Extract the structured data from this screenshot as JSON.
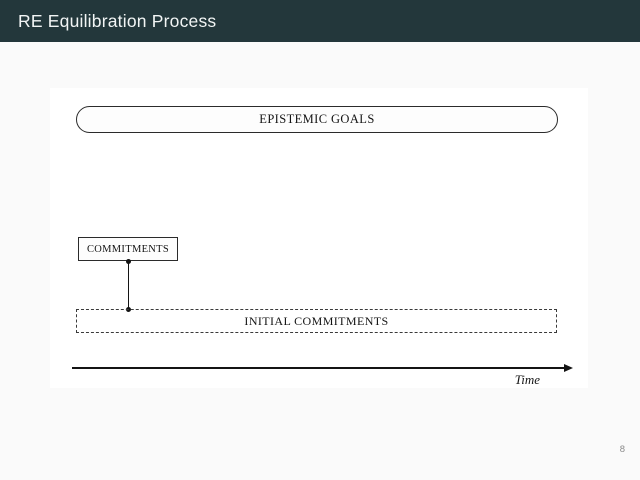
{
  "slide": {
    "title": "RE Equilibration Process",
    "page_number": "8",
    "colors": {
      "titlebar_bg": "#23373b",
      "titlebar_fg": "#f2f5f5",
      "slide_bg": "#fafafa",
      "figure_bg": "#ffffff",
      "diagram_line": "#141414",
      "page_number_fg": "#8a8a8a"
    }
  },
  "diagram": {
    "epistemic_goals_label": "EPISTEMIC GOALS",
    "commitments_label": "COMMITMENTS",
    "initial_commitments_label": "INITIAL COMMITMENTS",
    "time_axis_label": "Time"
  }
}
